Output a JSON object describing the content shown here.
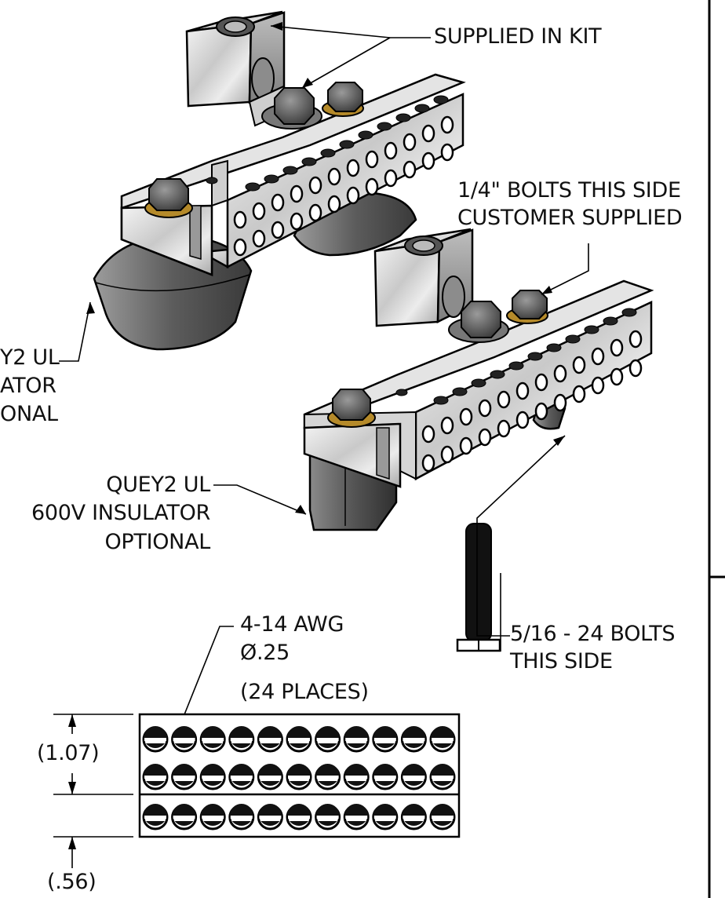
{
  "callouts": {
    "supplied_in_kit": "SUPPLIED IN KIT",
    "bolts_quarter_line1": "1/4\" BOLTS THIS SIDE",
    "bolts_quarter_line2": "CUSTOMER SUPPLIED",
    "insulator_left_line1": "Y2 UL",
    "insulator_left_line2": "ATOR",
    "insulator_left_line3": "ONAL",
    "insulator_line1": "QUEY2 UL",
    "insulator_line2": "600V INSULATOR",
    "insulator_line3": "OPTIONAL",
    "bolts_516_line1": "5/16 - 24 BOLTS",
    "bolts_516_line2": "THIS SIDE",
    "awg_line1": "4-14 AWG",
    "awg_line2": "Ø.25",
    "awg_line3": "(24 PLACES)"
  },
  "dimensions": {
    "height_upper": "(1.07)",
    "height_lower": "(.56)"
  },
  "grid": {
    "rows": 3,
    "holes_per_row": 11
  }
}
